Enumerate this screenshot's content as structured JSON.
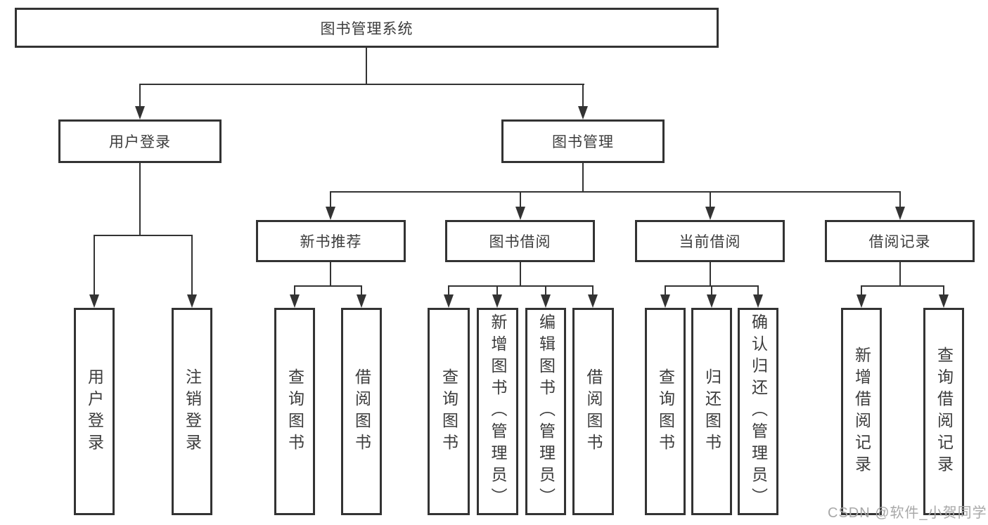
{
  "meta": {
    "background": "#ffffff",
    "line_color": "#333333",
    "text_color": "#3c3c3c",
    "watermark_color": "#a8a8a8"
  },
  "nodes": {
    "root": "图书管理系统",
    "user_login": "用户登录",
    "book_management": "图书管理",
    "new_book_recommend": "新书推荐",
    "book_borrow": "图书借阅",
    "current_borrow": "当前借阅",
    "borrow_records": "借阅记录"
  },
  "leaves": {
    "user_login": [
      "用户登录",
      "注销登录"
    ],
    "new_book_recommend": [
      "查询图书",
      "借阅图书"
    ],
    "book_borrow": [
      "查询图书",
      "新增图书（管理员）",
      "编辑图书（管理员）",
      "借阅图书"
    ],
    "current_borrow": [
      "查询图书",
      "归还图书",
      "确认归还（管理员）"
    ],
    "borrow_records": [
      "新增借阅记录",
      "查询借阅记录"
    ]
  },
  "watermark": "CSDN @软件_小贺同学"
}
